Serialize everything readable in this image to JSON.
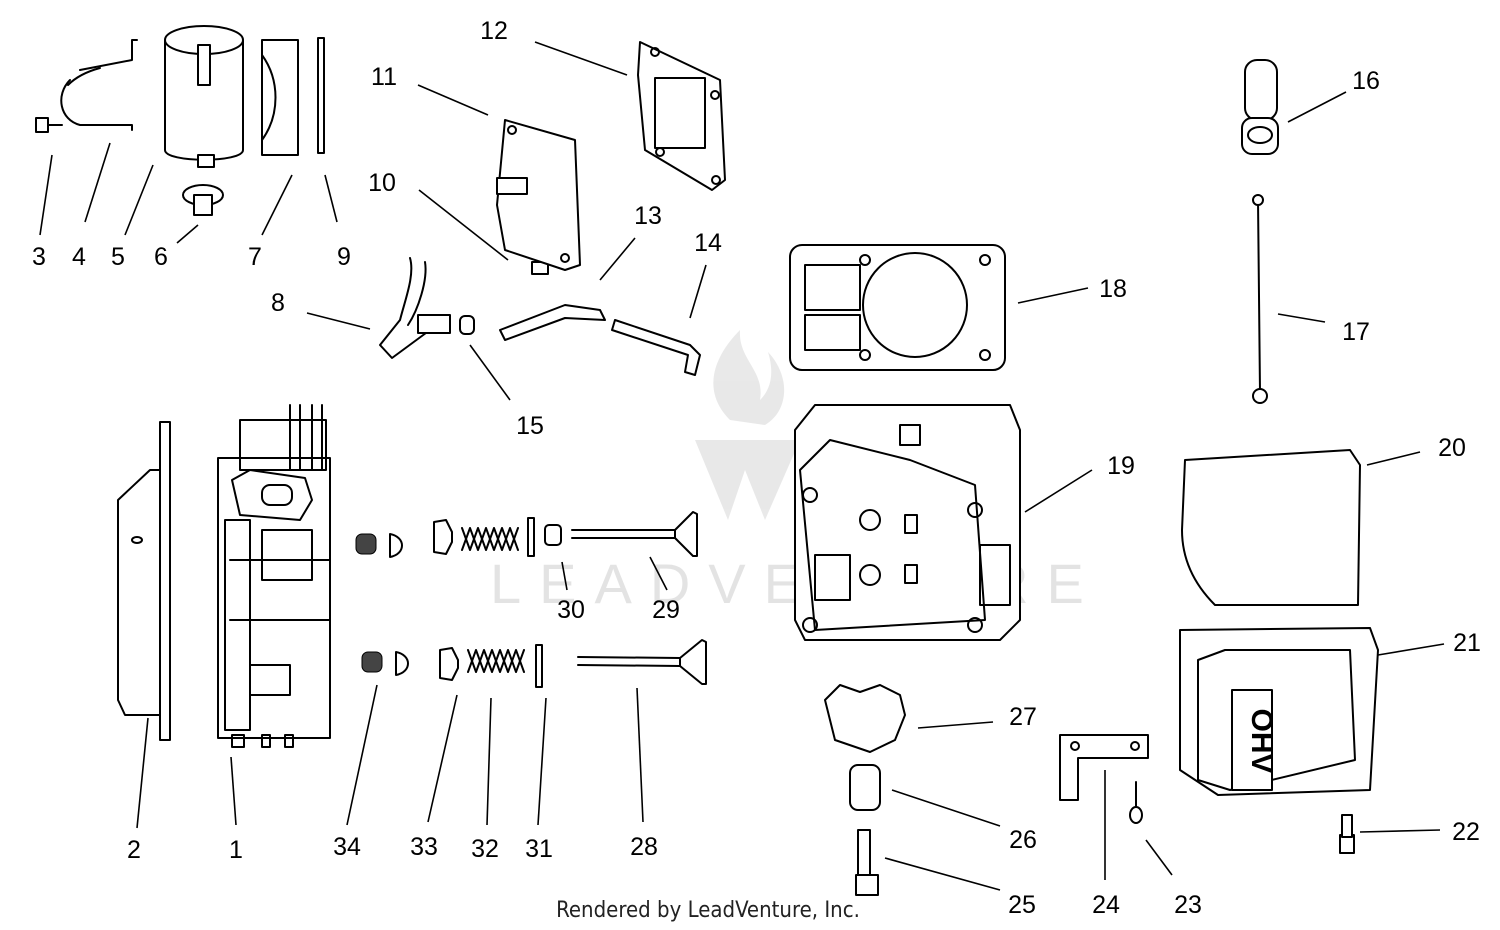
{
  "diagram": {
    "callouts": {
      "p1": "1",
      "p2": "2",
      "p3": "3",
      "p4": "4",
      "p5": "5",
      "p6": "6",
      "p7": "7",
      "p8": "8",
      "p9": "9",
      "p10": "10",
      "p11": "11",
      "p12": "12",
      "p13": "13",
      "p14": "14",
      "p15": "15",
      "p16": "16",
      "p17": "17",
      "p18": "18",
      "p19": "19",
      "p20": "20",
      "p21": "21",
      "p22": "22",
      "p23": "23",
      "p24": "24",
      "p25": "25",
      "p26": "26",
      "p27": "27",
      "p28": "28",
      "p29": "29",
      "p30": "30",
      "p31": "31",
      "p32": "32",
      "p33": "33",
      "p34": "34"
    },
    "cover_embossing": "OHV",
    "watermark": "LEADVENTURE",
    "credit": "Rendered by LeadVenture, Inc."
  }
}
